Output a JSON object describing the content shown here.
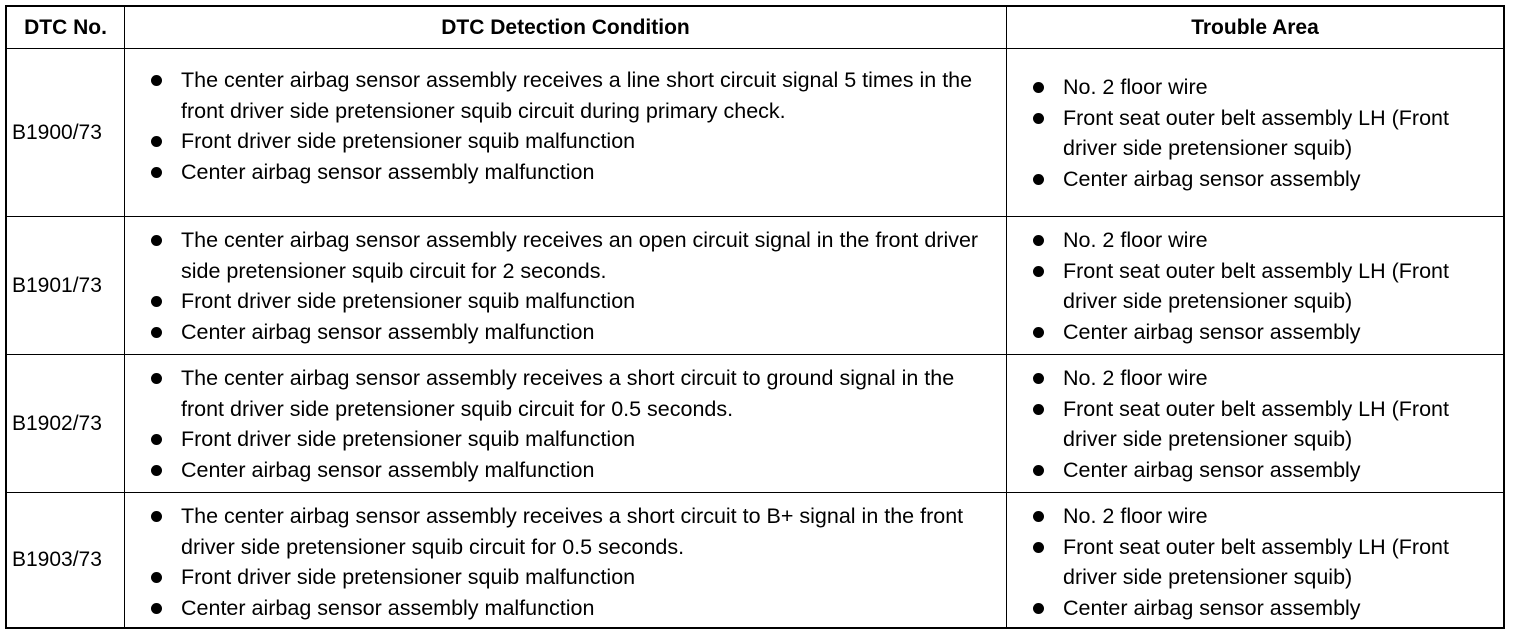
{
  "headers": {
    "dtc_no": "DTC No.",
    "condition": "DTC Detection Condition",
    "area": "Trouble Area"
  },
  "rows": [
    {
      "code": "B1900/73",
      "conditions": [
        "The center airbag sensor assembly receives a line short circuit signal 5 times in the front driver side pretensioner squib circuit during primary check.",
        "Front driver side pretensioner squib malfunction",
        "Center airbag sensor assembly malfunction"
      ],
      "areas": [
        "No. 2 floor wire",
        "Front seat outer belt assembly LH (Front driver side pretensioner squib)",
        "Center airbag sensor assembly"
      ]
    },
    {
      "code": "B1901/73",
      "conditions": [
        "The center airbag sensor assembly receives an open circuit signal in the front driver side pretensioner squib circuit for 2 seconds.",
        "Front driver side pretensioner squib malfunction",
        "Center airbag sensor assembly malfunction"
      ],
      "areas": [
        "No. 2 floor wire",
        "Front seat outer belt assembly LH (Front driver side pretensioner squib)",
        "Center airbag sensor assembly"
      ]
    },
    {
      "code": "B1902/73",
      "conditions": [
        "The center airbag sensor assembly receives a short circuit to ground signal in the front driver side pretensioner squib circuit for 0.5 seconds.",
        "Front driver side pretensioner squib malfunction",
        "Center airbag sensor assembly malfunction"
      ],
      "areas": [
        "No. 2 floor wire",
        "Front seat outer belt assembly LH (Front driver side pretensioner squib)",
        "Center airbag sensor assembly"
      ]
    },
    {
      "code": "B1903/73",
      "conditions": [
        "The center airbag sensor assembly receives a short circuit to B+ signal in the front driver side pretensioner squib circuit for 0.5 seconds.",
        "Front driver side pretensioner squib malfunction",
        "Center airbag sensor assembly malfunction"
      ],
      "areas": [
        "No. 2 floor wire",
        "Front seat outer belt assembly LH (Front driver side pretensioner squib)",
        "Center airbag sensor assembly"
      ]
    }
  ]
}
